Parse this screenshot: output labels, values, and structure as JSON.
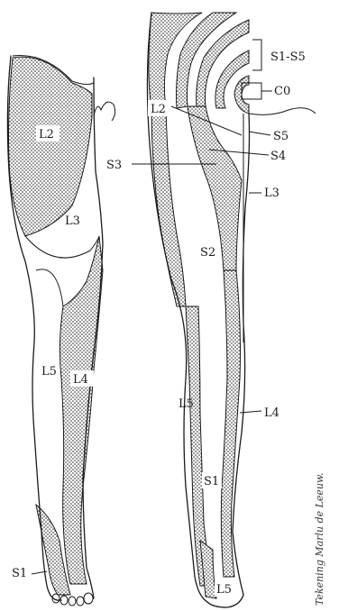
{
  "figure": {
    "front_view_labels": {
      "l2": "L2",
      "l3": "L3",
      "l4": "L4",
      "l5": "L5",
      "s1": "S1"
    },
    "back_view_labels": {
      "s1_s5": "S1-S5",
      "c0": "C0",
      "l2": "L2",
      "s5": "S5",
      "s3": "S3",
      "s4": "S4",
      "l3": "L3",
      "s2": "S2",
      "l5": "L5",
      "l4": "L4",
      "s1": "S1",
      "l5_foot": "L5"
    },
    "credit": "Tekening Marlu de Leeuw."
  },
  "colors": {
    "stipple": "#1a1a1a",
    "background": "#ffffff"
  }
}
